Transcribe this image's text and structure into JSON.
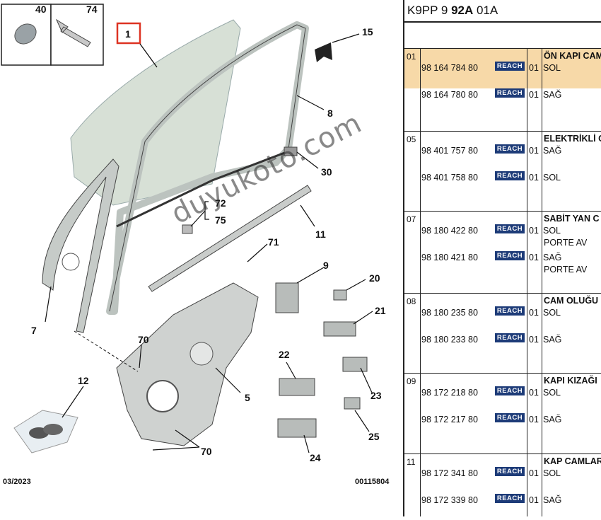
{
  "diagram": {
    "inset_left_num": "40",
    "inset_right_num": "74",
    "highlighted_callout": "1",
    "callouts": {
      "c15": "15",
      "c8": "8",
      "c30": "30",
      "c72": "72",
      "c75": "75",
      "c11": "11",
      "c71": "71",
      "c9": "9",
      "c20": "20",
      "c21": "21",
      "c7": "7",
      "c70a": "70",
      "c12": "12",
      "c5": "5",
      "c22": "22",
      "c23": "23",
      "c25": "25",
      "c24": "24",
      "c70b": "70"
    },
    "date": "03/2023",
    "ref": "00115804"
  },
  "watermark": "duyukoto.com",
  "parts": {
    "header_prefix": "K9PP 9 ",
    "header_bold": "92A",
    "header_suffix": " 01A",
    "badge": "REACH",
    "groups": [
      {
        "code": "01",
        "desc": "ÖN KAPI CAM",
        "rows": [
          {
            "pn": "98 164 784 80",
            "qty": "01",
            "side": "SOL"
          },
          {
            "pn": "98 164 780 80",
            "qty": "01",
            "side": "SAĞ"
          }
        ]
      },
      {
        "code": "05",
        "desc": "ELEKTRİKLİ C",
        "rows": [
          {
            "pn": "98 401 757 80",
            "qty": "01",
            "side": "SAĞ"
          },
          {
            "pn": "98 401 758 80",
            "qty": "01",
            "side": "SOL"
          }
        ]
      },
      {
        "code": "07",
        "desc": "SABİT YAN C",
        "rows": [
          {
            "pn": "98 180 422 80",
            "qty": "01",
            "side": "SOL",
            "note": "PORTE AV"
          },
          {
            "pn": "98 180 421 80",
            "qty": "01",
            "side": "SAĞ",
            "note": "PORTE AV"
          }
        ]
      },
      {
        "code": "08",
        "desc": "CAM OLUĞU",
        "rows": [
          {
            "pn": "98 180 235 80",
            "qty": "01",
            "side": "SOL"
          },
          {
            "pn": "98 180 233 80",
            "qty": "01",
            "side": "SAĞ"
          }
        ]
      },
      {
        "code": "09",
        "desc": "KAPI KIZAĞI",
        "rows": [
          {
            "pn": "98 172 218 80",
            "qty": "01",
            "side": "SOL"
          },
          {
            "pn": "98 172 217 80",
            "qty": "01",
            "side": "SAĞ"
          }
        ]
      },
      {
        "code": "11",
        "desc": "KAP CAMLAR",
        "rows": [
          {
            "pn": "98 172 341 80",
            "qty": "01",
            "side": "SOL"
          },
          {
            "pn": "98 172 339 80",
            "qty": "01",
            "side": "SAĞ"
          }
        ]
      }
    ]
  }
}
